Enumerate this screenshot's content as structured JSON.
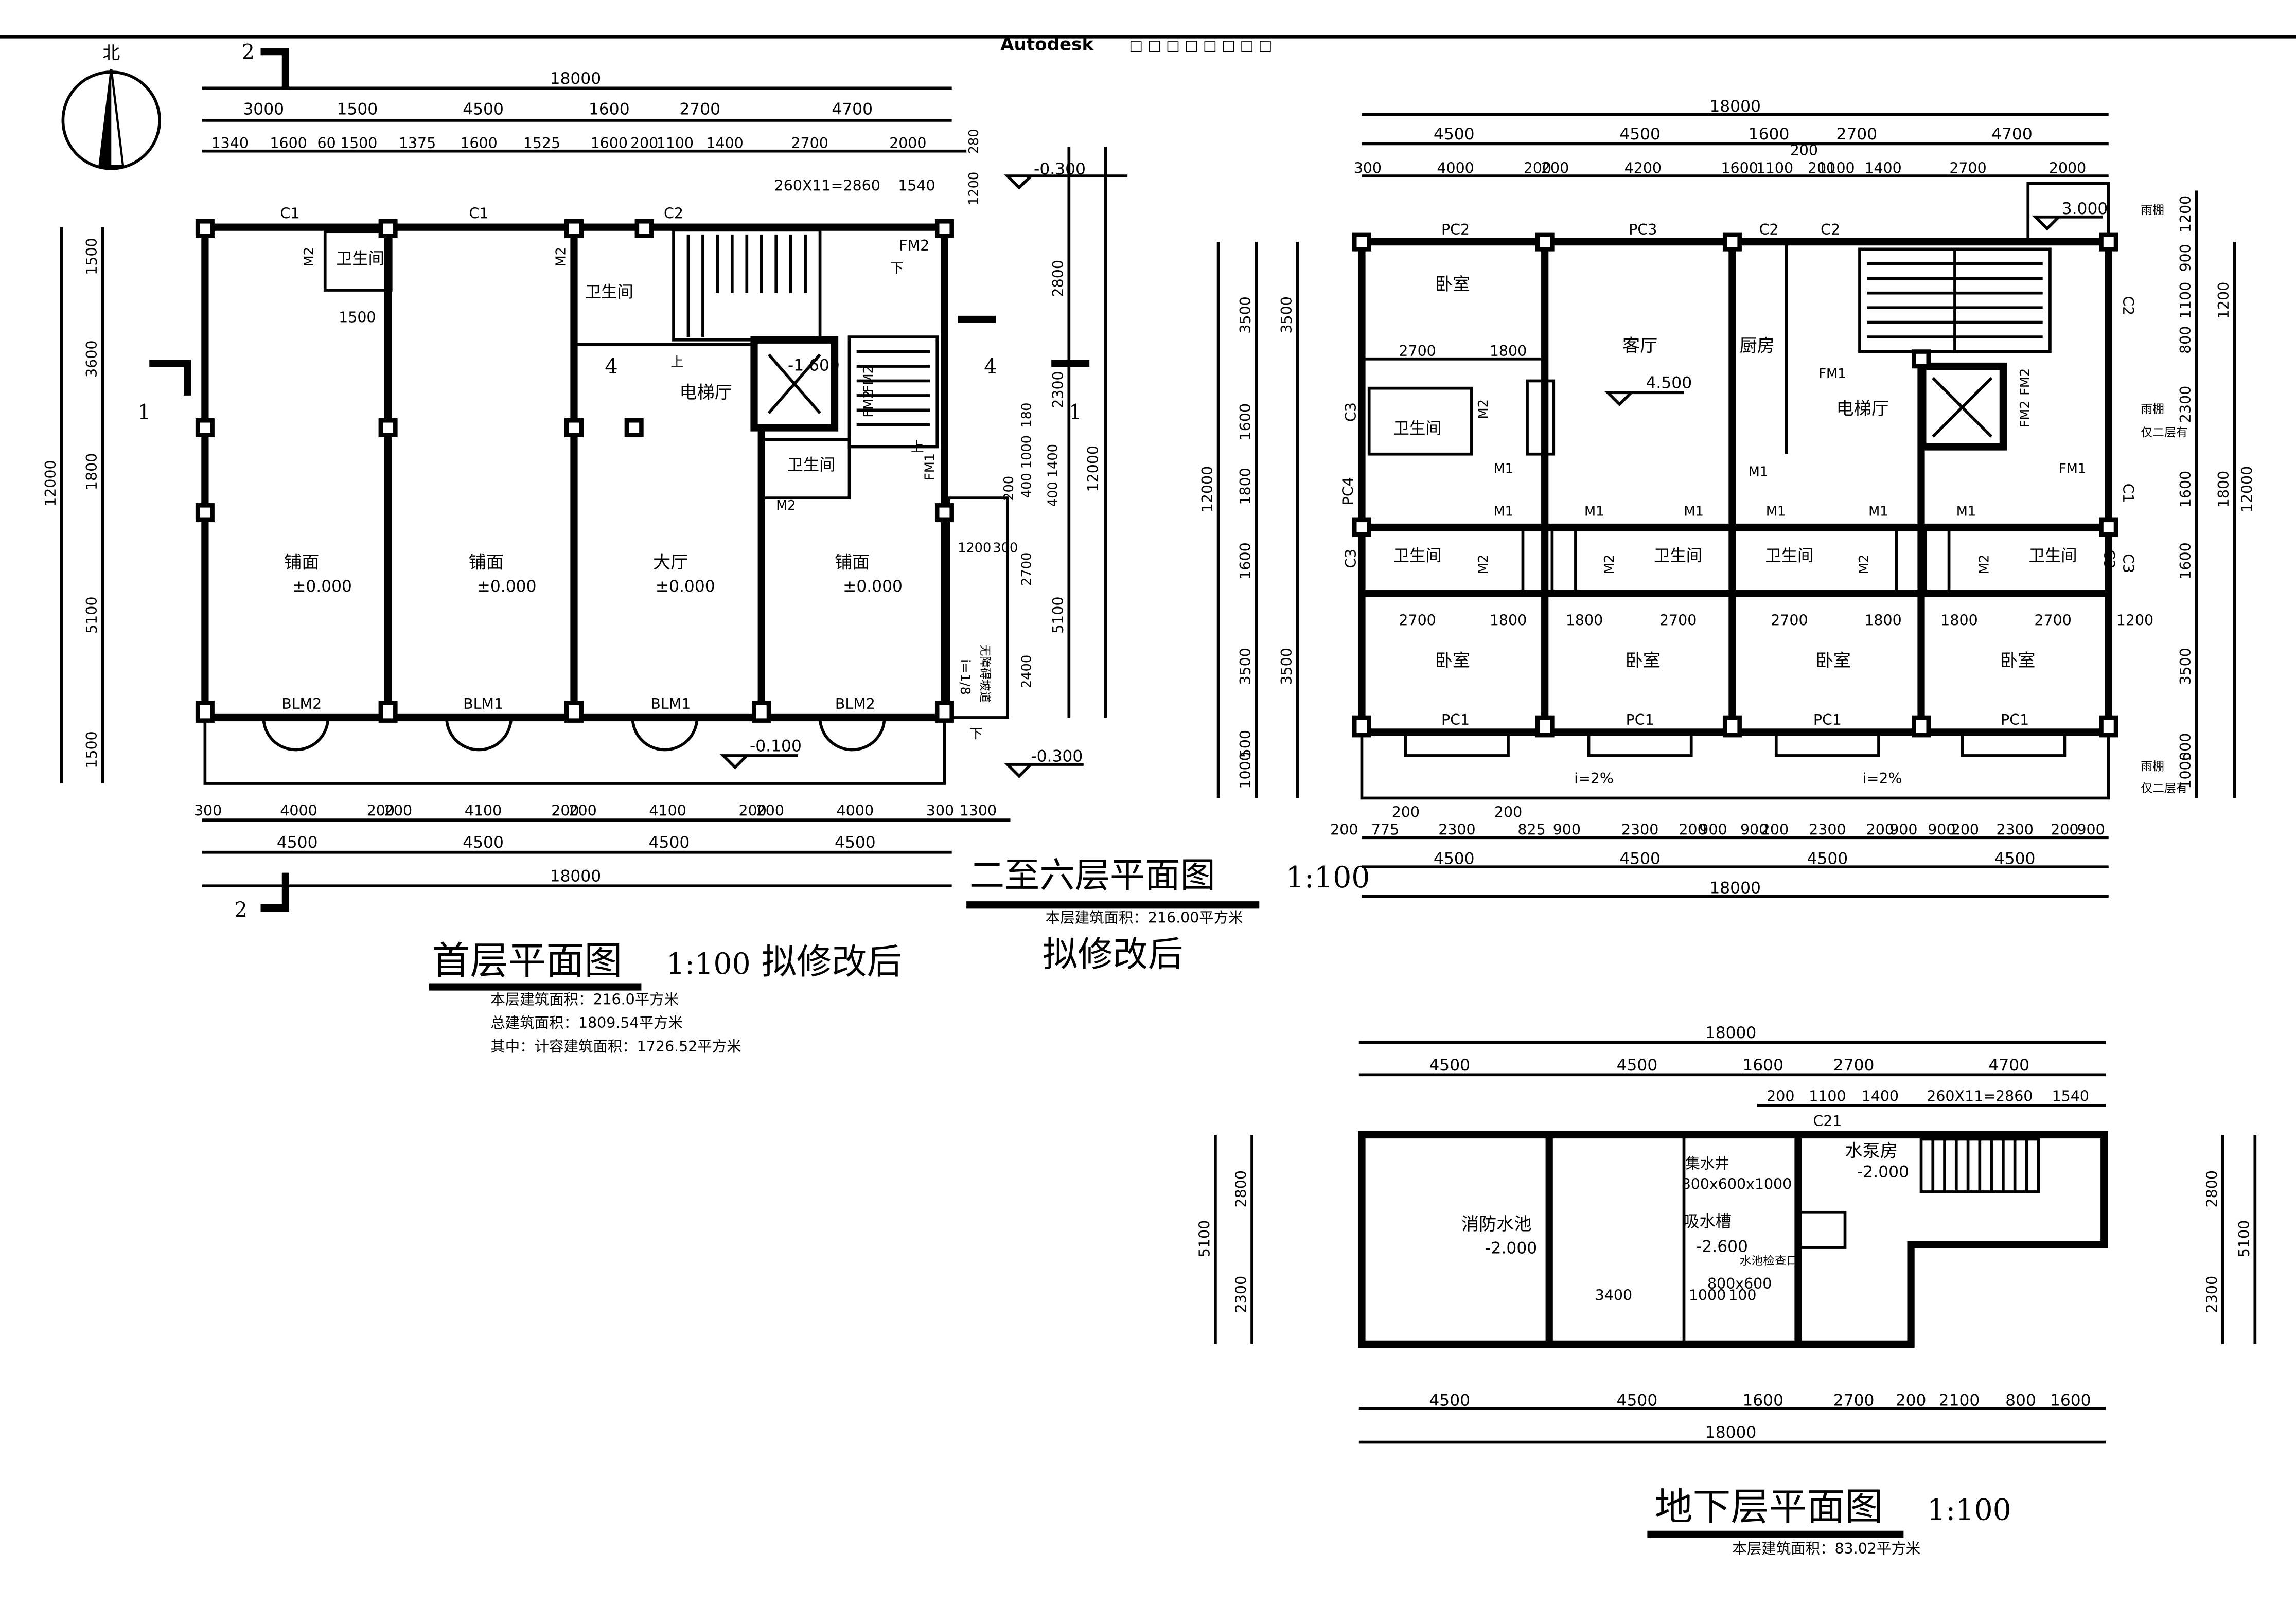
{
  "header": {
    "brand_text": "Autodesk",
    "missing_glyphs": "□ □ □ □ □ □ □ □"
  },
  "north": {
    "label": "北"
  },
  "ground": {
    "title": "首层平面图",
    "scale": "1:100",
    "note": "拟修改后",
    "area_lines": [
      "本层建筑面积：216.0平方米",
      "总建筑面积：1809.54平方米",
      "其中：计容建筑面积：1726.52平方米"
    ],
    "rooms": [
      "铺面",
      "铺面",
      "大厅",
      "铺面"
    ],
    "levels": [
      "±0.000",
      "±0.000",
      "±0.000",
      "±0.000"
    ],
    "small_rooms": [
      "卫生间",
      "卫生间",
      "电梯厅",
      "卫生间"
    ],
    "doors_bottom": [
      "BLM2",
      "BLM1",
      "BLM1",
      "BLM2"
    ],
    "windows_top": [
      "C1",
      "C1",
      "C2"
    ],
    "top_total": "18000",
    "top_row1": [
      "3000",
      "1500",
      "4500",
      "1600",
      "2700",
      "4700"
    ],
    "top_row2": [
      "1340",
      "1600",
      "60",
      "1500",
      "1375",
      "1600",
      "1525",
      "1600",
      "200",
      "1100",
      "1400",
      "2700",
      "2000"
    ],
    "stair_dim": "260X11=2860",
    "stair_dim2": "1540",
    "bottom_row1": [
      "300",
      "4000",
      "200",
      "200",
      "4100",
      "200",
      "200",
      "4100",
      "200",
      "200",
      "4000",
      "300",
      "1300"
    ],
    "bottom_row2": [
      "4500",
      "4500",
      "4500",
      "4500"
    ],
    "bottom_total": "18000",
    "left_dims": [
      "1500",
      "3600",
      "1800",
      "5100",
      "1500"
    ],
    "left_total": "12000",
    "right_dims": [
      "2800",
      "2300",
      "5100"
    ],
    "right_total": "12000",
    "right_small": [
      "280",
      "1200",
      "180",
      "1000",
      "1400",
      "400",
      "400",
      "1200",
      "300",
      "2700",
      "2400",
      "200"
    ],
    "elev_labels": [
      "-0.300",
      "-0.100",
      "-0.300",
      "-1.600"
    ],
    "misc_labels": [
      "M2",
      "M2",
      "M2",
      "FM2",
      "FM2",
      "FM2",
      "FM1",
      "上",
      "上",
      "下",
      "下",
      "i=1/8",
      "无障碍坡道"
    ],
    "axis_marks": [
      "2",
      "2",
      "1",
      "1",
      "4",
      "4"
    ]
  },
  "upper": {
    "title": "二至六层平面图",
    "scale": "1:100",
    "note": "拟修改后",
    "area_line": "本层建筑面积：216.00平方米",
    "rooms": [
      "卧室",
      "客厅",
      "厨房",
      "电梯厅",
      "卧室",
      "卧室",
      "卧室",
      "卧室"
    ],
    "baths": [
      "卫生间",
      "卫生间",
      "卫生间",
      "卫生间",
      "卫生间"
    ],
    "level": "4.500",
    "canopy_level": "3.000",
    "windows": [
      "PC2",
      "PC3",
      "C2",
      "C2",
      "PC1",
      "PC1",
      "PC1",
      "PC1",
      "C3",
      "C3",
      "C3",
      "PC4",
      "C1",
      "C2",
      "C3"
    ],
    "doors": [
      "M1",
      "M1",
      "M1",
      "M1",
      "M1",
      "M1",
      "M1",
      "M1",
      "M2",
      "M2",
      "M2",
      "M2",
      "M2",
      "FM1",
      "FM1",
      "FM2",
      "FM2"
    ],
    "slope": [
      "i=2%",
      "i=2%"
    ],
    "canopy_notes": [
      "雨棚",
      "仅二层有",
      "雨棚",
      "仅二层有"
    ],
    "top_total": "18000",
    "top_row1": [
      "4500",
      "4500",
      "1600",
      "2700",
      "4700"
    ],
    "top_row2": [
      "300",
      "4000",
      "200",
      "200",
      "4200",
      "1600",
      "1100",
      "200",
      "200",
      "1100",
      "1400",
      "2700",
      "2000"
    ],
    "top_room_dims": [
      "2700",
      "1800"
    ],
    "mid_row_top": [
      "2700",
      "1800",
      "1800",
      "2700",
      "2700",
      "1800",
      "1800",
      "2700",
      "1200"
    ],
    "bottom_row1": [
      "200",
      "775",
      "200",
      "2300",
      "825",
      "900",
      "200",
      "2300",
      "200",
      "900",
      "900",
      "200",
      "2300",
      "200",
      "900",
      "900",
      "200",
      "2300",
      "200",
      "900"
    ],
    "bottom_row2": [
      "4500",
      "4500",
      "4500",
      "4500"
    ],
    "bottom_total": "18000",
    "left_dims": [
      "3500",
      "1600",
      "1800",
      "1600",
      "3500",
      "1000",
      "500"
    ],
    "left_total": "12000",
    "right_dims": [
      "1200",
      "900",
      "1100",
      "800",
      "2300",
      "1600",
      "1800",
      "1600",
      "3500",
      "1000",
      "500"
    ],
    "right_total": "12000"
  },
  "basement": {
    "title": "地下层平面图",
    "scale": "1:100",
    "area_line": "本层建筑面积：83.02平方米",
    "rooms": [
      "消防水池",
      "水泵房",
      "集水井",
      "吸水槽",
      "水池检查口"
    ],
    "levels": [
      "-2.000",
      "-2.000",
      "-2.600"
    ],
    "sizes": [
      "800x600x1000",
      "800x600"
    ],
    "window": "C21",
    "top_total": "18000",
    "top_row1": [
      "4500",
      "4500",
      "1600",
      "2700",
      "4700"
    ],
    "top_row2": [
      "200",
      "1100",
      "1400",
      "260X11=2860",
      "1540"
    ],
    "inner_dims": [
      "3400",
      "1000",
      "100"
    ],
    "bottom_row1": [
      "4500",
      "4500",
      "1600",
      "2700",
      "200",
      "2100",
      "800",
      "1600"
    ],
    "bottom_total": "18000",
    "left_dims": [
      "2800",
      "2300"
    ],
    "left_total": "5100",
    "right_dims": [
      "2800",
      "2300"
    ],
    "right_total": "5100"
  }
}
